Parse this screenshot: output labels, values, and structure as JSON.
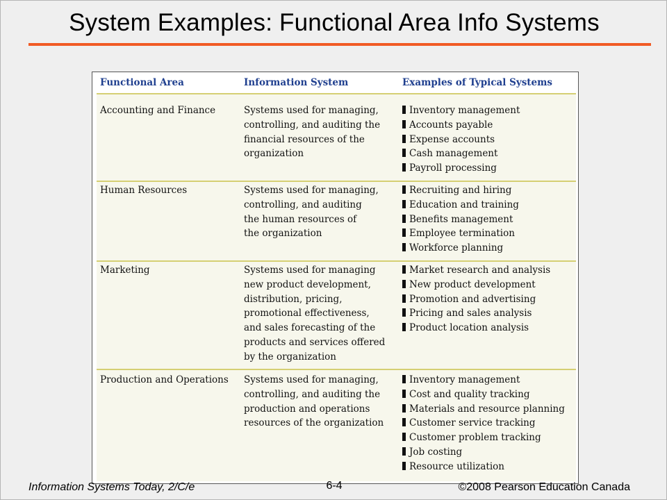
{
  "slide": {
    "title": "System Examples: Functional Area Info Systems",
    "accent_color": "#f15a24"
  },
  "table": {
    "header_color": "#1f3f8f",
    "rule_color": "#d5cf73",
    "headers": [
      "Functional Area",
      "Information System",
      "Examples of Typical Systems"
    ],
    "rows": [
      {
        "area": "Accounting and Finance",
        "system_lines": [
          "Systems used for managing,",
          "controlling, and auditing the",
          "financial resources of the",
          "organization"
        ],
        "examples": [
          "Inventory management",
          "Accounts payable",
          "Expense accounts",
          "Cash management",
          "Payroll processing"
        ]
      },
      {
        "area": "Human Resources",
        "system_lines": [
          "Systems used for managing,",
          "controlling, and auditing",
          "the human resources of",
          "the organization"
        ],
        "examples": [
          "Recruiting and hiring",
          "Education and training",
          "Benefits management",
          "Employee termination",
          "Workforce planning"
        ]
      },
      {
        "area": "Marketing",
        "system_lines": [
          "Systems used for managing",
          "new product development,",
          "distribution, pricing,",
          "promotional effectiveness,",
          "and sales forecasting of the",
          "products and services offered",
          "by the organization"
        ],
        "examples": [
          "Market research and analysis",
          "New product development",
          "Promotion and advertising",
          "Pricing and sales analysis",
          "Product location analysis"
        ]
      },
      {
        "area": "Production and Operations",
        "system_lines": [
          "Systems used for managing,",
          "controlling, and auditing the",
          "production and operations",
          "resources of the organization"
        ],
        "examples": [
          "Inventory management",
          "Cost and quality tracking",
          "Materials and resource planning",
          "Customer service tracking",
          "Customer problem tracking",
          "Job costing",
          "Resource utilization"
        ]
      }
    ]
  },
  "footer": {
    "left": "Information Systems Today, 2/C/e",
    "page": "6-4",
    "right": "©2008 Pearson Education Canada"
  }
}
